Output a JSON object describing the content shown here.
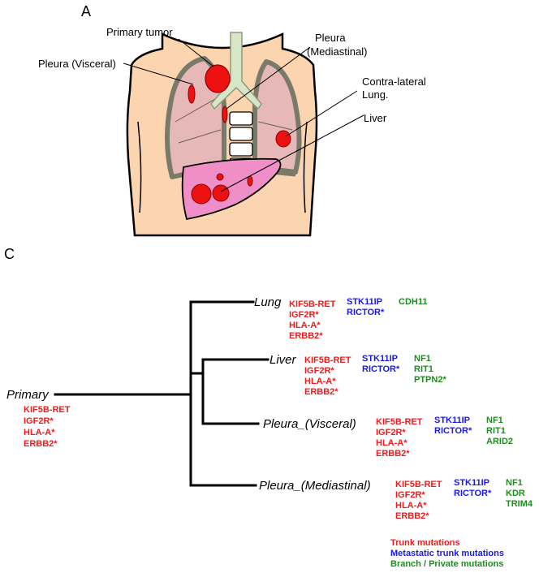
{
  "panel_a": {
    "letter": "A",
    "labels": {
      "primary_tumor": "Primary tumor",
      "pleura_visceral": "Pleura (Visceral)",
      "pleura_mediastinal_1": "Pleura",
      "pleura_mediastinal_2": "(Mediastinal)",
      "contra_1": "Contra-lateral",
      "contra_2": "Lung.",
      "liver": "Liver"
    }
  },
  "panel_c": {
    "letter": "C",
    "nodes": {
      "primary": "Primary",
      "lung": "Lung",
      "liver": "Liver",
      "pleura_visceral": "Pleura_(Visceral)",
      "pleura_mediastinal": "Pleura_(Mediastinal)"
    },
    "trunk": [
      "KIF5B-RET",
      "IGF2R*",
      "HLA-A*",
      "ERBB2*"
    ],
    "metastatic_trunk": [
      "STK11IP",
      "RICTOR*"
    ],
    "branch": {
      "lung": [
        "CDH11"
      ],
      "liver": [
        "NF1",
        "RIT1",
        "PTPN2*"
      ],
      "pleura_visceral": [
        "NF1",
        "RIT1",
        "ARID2"
      ],
      "pleura_mediastinal": [
        "NF1",
        "KDR",
        "TRIM4"
      ]
    },
    "legend": {
      "trunk": "Trunk mutations",
      "metastatic": "Metastatic trunk mutations",
      "branch": "Branch / Private mutations"
    },
    "colors": {
      "trunk": "#ee1c1c",
      "metastatic": "#1a1ae6",
      "branch": "#1e8c1e"
    }
  }
}
